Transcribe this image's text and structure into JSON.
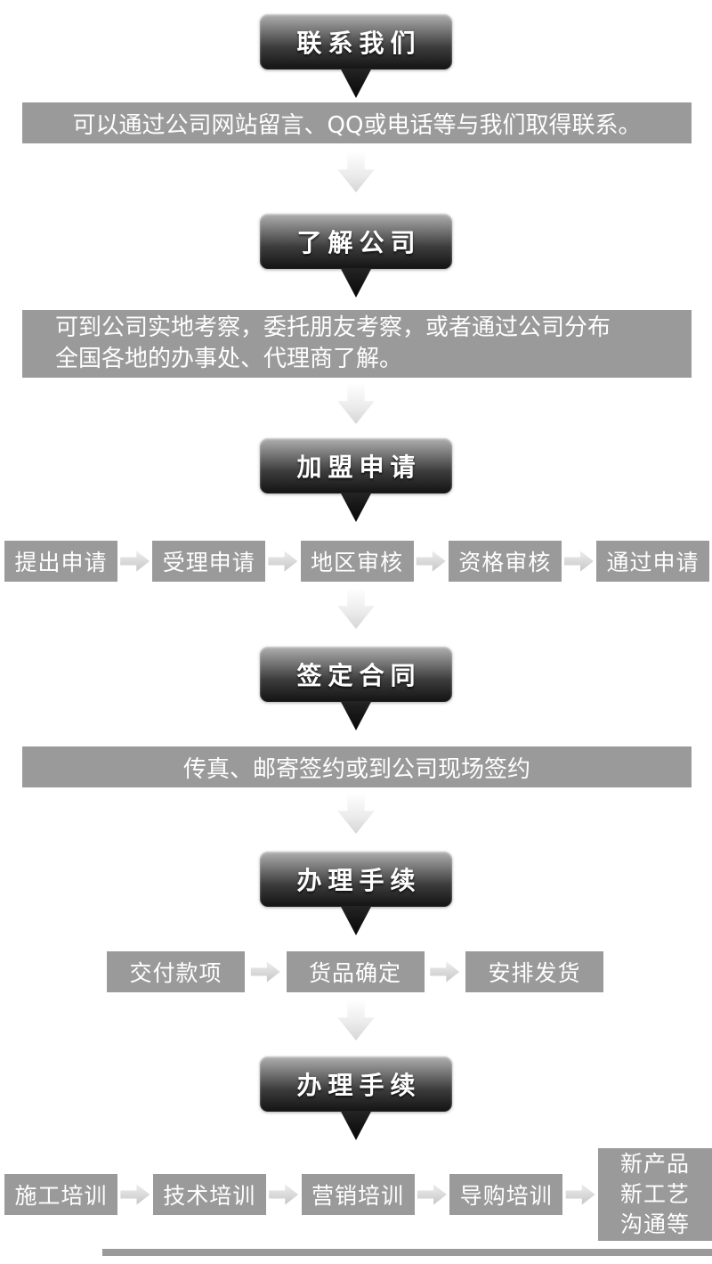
{
  "palette": {
    "bar_gray": "#9a9a9a",
    "arrow_light_gray": "#d6d6d6",
    "button_gradient_top": "#b0b0b0",
    "button_gradient_bottom": "#131313",
    "text_white": "#ffffff"
  },
  "steps": {
    "contact": {
      "title": "联系我们",
      "desc": "可以通过公司网站留言、QQ或电话等与我们取得联系。"
    },
    "learn": {
      "title": "了解公司",
      "desc_line1": "可到公司实地考察，委托朋友考察，或者通过公司分布",
      "desc_line2": "全国各地的办事处、代理商了解。"
    },
    "apply": {
      "title": "加盟申请",
      "boxes": [
        "提出申请",
        "受理申请",
        "地区审核",
        "资格审核",
        "通过申请"
      ]
    },
    "contract": {
      "title": "签定合同",
      "desc": "传真、邮寄签约或到公司现场签约"
    },
    "procedure": {
      "title": "办理手续",
      "boxes": [
        "交付款项",
        "货品确定",
        "安排发货"
      ]
    },
    "training": {
      "title": "办理手续",
      "boxes": [
        "施工培训",
        "技术培训",
        "营销培训",
        "导购培训"
      ],
      "last_box_lines": [
        "新产品",
        "新工艺",
        "沟通等"
      ]
    }
  }
}
